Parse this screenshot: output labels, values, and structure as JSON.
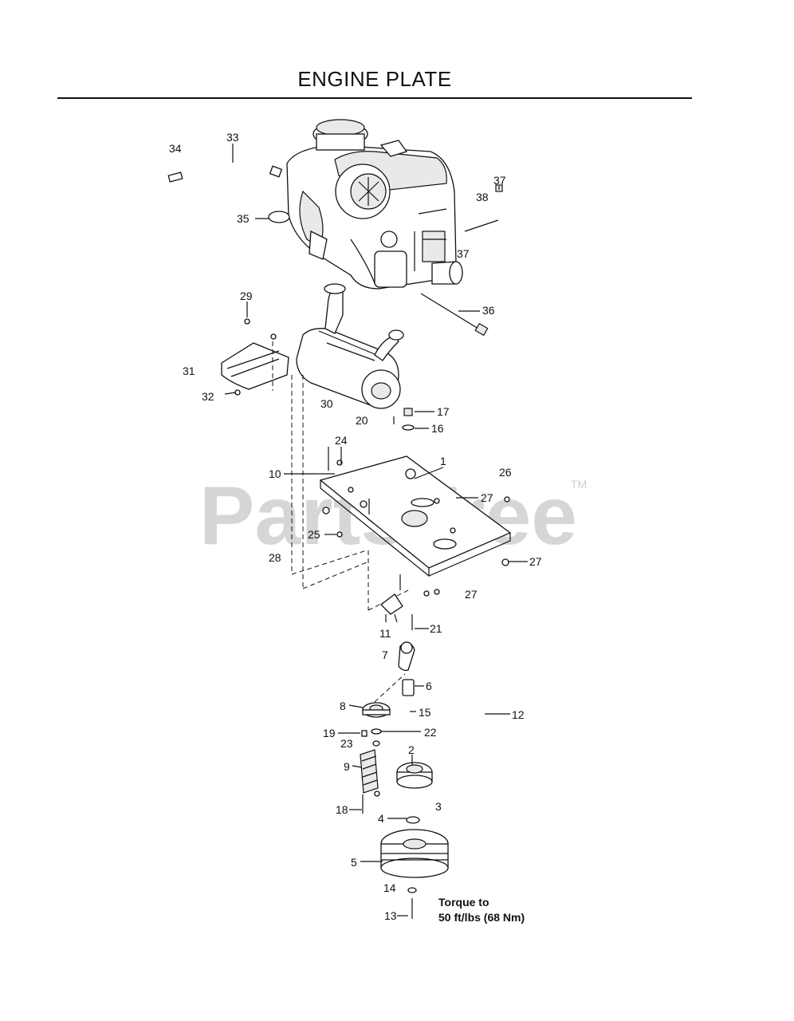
{
  "title": "ENGINE PLATE",
  "watermark": {
    "text": "PartsTree",
    "mark": "TM"
  },
  "note": {
    "line1": "Torque to",
    "line2": "50 ft/lbs (68 Nm)"
  },
  "labels": [
    "34",
    "33",
    "37",
    "38",
    "35",
    "37",
    "36",
    "29",
    "31",
    "32",
    "30",
    "20",
    "17",
    "16",
    "24",
    "10",
    "1",
    "26",
    "27",
    "25",
    "28",
    "27",
    "27",
    "11",
    "21",
    "7",
    "6",
    "8",
    "15",
    "12",
    "19",
    "22",
    "23",
    "2",
    "9",
    "3",
    "18",
    "4",
    "5",
    "14",
    "13"
  ]
}
